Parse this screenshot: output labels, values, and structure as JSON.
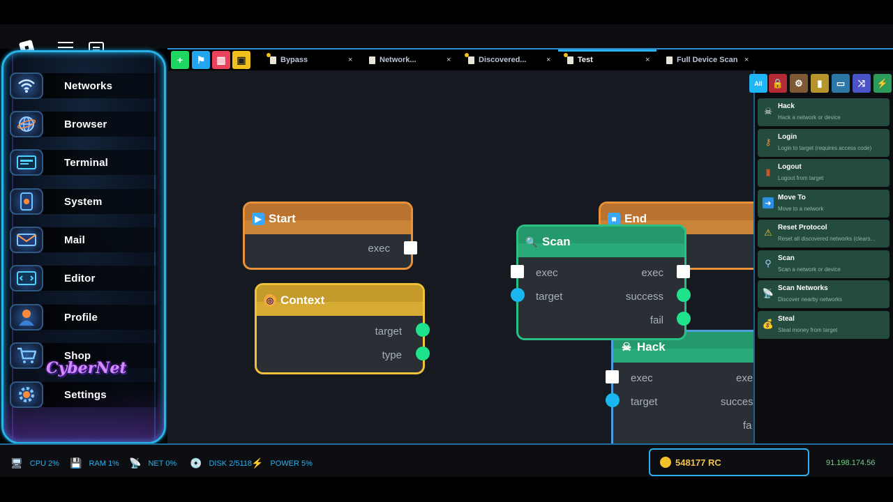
{
  "window": {
    "icons": [
      "roblox-logo",
      "hamburger-menu-icon",
      "chat-icon"
    ]
  },
  "sidebar": {
    "items": [
      {
        "label": "Networks",
        "icon": "wifi-icon"
      },
      {
        "label": "Browser",
        "icon": "globe-icon"
      },
      {
        "label": "Terminal",
        "icon": "terminal-icon"
      },
      {
        "label": "System",
        "icon": "system-icon"
      },
      {
        "label": "Mail",
        "icon": "mail-icon"
      },
      {
        "label": "Editor",
        "icon": "editor-icon"
      },
      {
        "label": "Profile",
        "icon": "profile-icon"
      },
      {
        "label": "Shop",
        "icon": "cart-icon"
      },
      {
        "label": "Settings",
        "icon": "gear-icon"
      }
    ],
    "logo_text": "CyberNet"
  },
  "toolbar": {
    "buttons": [
      {
        "name": "add",
        "glyph": "+",
        "color": "#1ed760"
      },
      {
        "name": "open",
        "glyph": "⚑",
        "color": "#22a6ef"
      },
      {
        "name": "delete",
        "glyph": "▥",
        "color": "#e8435a"
      },
      {
        "name": "save",
        "glyph": "▣",
        "color": "#f2c01e"
      }
    ]
  },
  "tabs": [
    {
      "label": "Bypass",
      "unsaved": true,
      "active": false
    },
    {
      "label": "Network...",
      "unsaved": false,
      "active": false
    },
    {
      "label": "Discovered...",
      "unsaved": true,
      "active": false
    },
    {
      "label": "Test",
      "unsaved": true,
      "active": true
    },
    {
      "label": "Full Device Scan",
      "unsaved": false,
      "active": false
    }
  ],
  "tab_close": "×",
  "nodes": {
    "start": {
      "title": "Start",
      "pins": {
        "exec_out": "exec"
      },
      "color": "#e9923a"
    },
    "context": {
      "title": "Context",
      "pins": {
        "target": "target",
        "type": "type"
      },
      "color": "#f0c23a"
    },
    "end": {
      "title": "End",
      "color": "#e9923a"
    },
    "scan": {
      "title": "Scan",
      "pins": {
        "exec_in": "exec",
        "target_in": "target",
        "exec_out": "exec",
        "success": "success",
        "fail": "fail"
      },
      "color": "#2bbf86"
    },
    "hack": {
      "title": "Hack",
      "pins": {
        "exec_in": "exec",
        "target_in": "target",
        "exec_out": "exe",
        "success": "succes",
        "fail": "fa"
      },
      "color": "#2bbf86"
    }
  },
  "categories": [
    {
      "label": "All",
      "color": "#1fb6f5"
    },
    {
      "label": "lock",
      "color": "#b52b35"
    },
    {
      "label": "gear",
      "color": "#7d5a35"
    },
    {
      "label": "chart",
      "color": "#b6962c"
    },
    {
      "label": "card",
      "color": "#2b78a6"
    },
    {
      "label": "shuffle",
      "color": "#4b54c7"
    },
    {
      "label": "bolt",
      "color": "#2c9a5a"
    }
  ],
  "actions": [
    {
      "title": "Hack",
      "desc": "Hack a network or device",
      "icon": "skull-icon"
    },
    {
      "title": "Login",
      "desc": "Login to target (requires access code)",
      "icon": "key-icon"
    },
    {
      "title": "Logout",
      "desc": "Logout from target",
      "icon": "door-icon"
    },
    {
      "title": "Move To",
      "desc": "Move to a network",
      "icon": "arrow-right-icon"
    },
    {
      "title": "Reset Protocol",
      "desc": "Reset all discovered networks (clears...",
      "icon": "warning-icon"
    },
    {
      "title": "Scan",
      "desc": "Scan a network or device",
      "icon": "magnifier-icon"
    },
    {
      "title": "Scan Networks",
      "desc": "Discover nearby networks",
      "icon": "satellite-icon"
    },
    {
      "title": "Steal",
      "desc": "Steal money from target",
      "icon": "money-bag-icon"
    }
  ],
  "status": {
    "cpu": "CPU 2%",
    "ram": "RAM 1%",
    "net": "NET 0%",
    "disk": "DISK 2/5118",
    "power": "POWER 5%",
    "money": "548177 RC",
    "ip": "91.198.174.56"
  }
}
